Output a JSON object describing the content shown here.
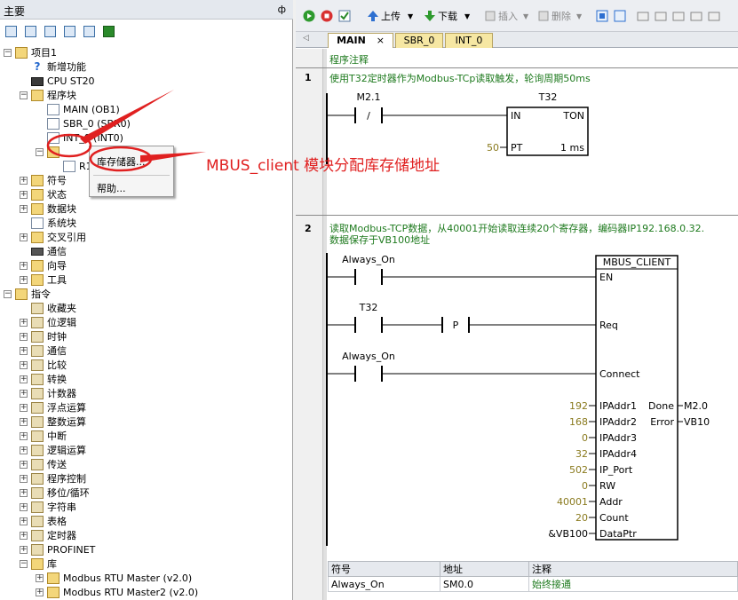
{
  "left_panel": {
    "title": "主要",
    "pin": "ф"
  },
  "tree": [
    {
      "label": "项目1",
      "level": 0,
      "exp": "−",
      "icon": "project-icon",
      "ico": "folder"
    },
    {
      "label": "新增功能",
      "level": 1,
      "icon": "help-icon",
      "ico": "help"
    },
    {
      "label": "CPU ST20",
      "level": 1,
      "icon": "cpu-icon",
      "ico": "cpu"
    },
    {
      "label": "程序块",
      "level": 1,
      "exp": "−",
      "icon": "folder-icon",
      "ico": "folder"
    },
    {
      "label": "MAIN (OB1)",
      "level": 2,
      "icon": "program-page-icon",
      "ico": "page"
    },
    {
      "label": "SBR_0 (SBR0)",
      "level": 2,
      "icon": "program-page-icon",
      "ico": "page"
    },
    {
      "label": "INT_0 (INT0)",
      "level": 2,
      "icon": "program-page-icon",
      "ico": "page"
    },
    {
      "label": "",
      "level": 2,
      "exp": "−",
      "icon": "library-folder-icon",
      "ico": "folder"
    },
    {
      "label": "R1)",
      "level": 3,
      "icon": "library-block-icon",
      "ico": "page"
    },
    {
      "label": "符号",
      "level": 1,
      "exp": "+",
      "icon": "folder-icon",
      "ico": "folder"
    },
    {
      "label": "状态",
      "level": 1,
      "exp": "+",
      "icon": "folder-icon",
      "ico": "folder"
    },
    {
      "label": "数据块",
      "level": 1,
      "exp": "+",
      "icon": "folder-icon",
      "ico": "folder"
    },
    {
      "label": "系统块",
      "level": 1,
      "icon": "system-block-icon",
      "ico": "page"
    },
    {
      "label": "交叉引用",
      "level": 1,
      "exp": "+",
      "icon": "folder-icon",
      "ico": "folder"
    },
    {
      "label": "通信",
      "level": 1,
      "icon": "communication-icon",
      "ico": "mon"
    },
    {
      "label": "向导",
      "level": 1,
      "exp": "+",
      "icon": "wizard-folder-icon",
      "ico": "folder"
    },
    {
      "label": "工具",
      "level": 1,
      "exp": "+",
      "icon": "tools-folder-icon",
      "ico": "folder"
    },
    {
      "label": "指令",
      "level": 0,
      "exp": "−",
      "icon": "instructions-folder-icon",
      "ico": "folder"
    },
    {
      "label": "收藏夹",
      "level": 1,
      "icon": "favorites-icon",
      "ico": "folder cat"
    },
    {
      "label": "位逻辑",
      "level": 1,
      "exp": "+",
      "icon": "bit-logic-icon",
      "ico": "folder cat"
    },
    {
      "label": "时钟",
      "level": 1,
      "exp": "+",
      "icon": "clock-icon",
      "ico": "folder cat"
    },
    {
      "label": "通信",
      "level": 1,
      "exp": "+",
      "icon": "communication-folder-icon",
      "ico": "folder cat"
    },
    {
      "label": "比较",
      "level": 1,
      "exp": "+",
      "icon": "compare-icon",
      "ico": "folder cat"
    },
    {
      "label": "转换",
      "level": 1,
      "exp": "+",
      "icon": "convert-icon",
      "ico": "folder cat"
    },
    {
      "label": "计数器",
      "level": 1,
      "exp": "+",
      "icon": "counter-icon",
      "ico": "folder cat"
    },
    {
      "label": "浮点运算",
      "level": 1,
      "exp": "+",
      "icon": "float-math-icon",
      "ico": "folder cat"
    },
    {
      "label": "整数运算",
      "level": 1,
      "exp": "+",
      "icon": "integer-math-icon",
      "ico": "folder cat"
    },
    {
      "label": "中断",
      "level": 1,
      "exp": "+",
      "icon": "interrupt-icon",
      "ico": "folder cat"
    },
    {
      "label": "逻辑运算",
      "level": 1,
      "exp": "+",
      "icon": "logic-ops-icon",
      "ico": "folder cat"
    },
    {
      "label": "传送",
      "level": 1,
      "exp": "+",
      "icon": "move-icon",
      "ico": "folder cat"
    },
    {
      "label": "程序控制",
      "level": 1,
      "exp": "+",
      "icon": "program-control-icon",
      "ico": "folder cat"
    },
    {
      "label": "移位/循环",
      "level": 1,
      "exp": "+",
      "icon": "shift-rotate-icon",
      "ico": "folder cat"
    },
    {
      "label": "字符串",
      "level": 1,
      "exp": "+",
      "icon": "string-icon",
      "ico": "folder cat"
    },
    {
      "label": "表格",
      "level": 1,
      "exp": "+",
      "icon": "table-icon",
      "ico": "folder cat"
    },
    {
      "label": "定时器",
      "level": 1,
      "exp": "+",
      "icon": "timer-icon",
      "ico": "folder cat"
    },
    {
      "label": "PROFINET",
      "level": 1,
      "exp": "+",
      "icon": "profinet-icon",
      "ico": "folder cat"
    },
    {
      "label": "库",
      "level": 1,
      "exp": "−",
      "icon": "library-icon",
      "ico": "folder"
    },
    {
      "label": "Modbus RTU Master (v2.0)",
      "level": 2,
      "exp": "+",
      "icon": "library-folder-icon",
      "ico": "folder"
    },
    {
      "label": "Modbus RTU Master2 (v2.0)",
      "level": 2,
      "exp": "+",
      "icon": "library-folder-icon",
      "ico": "folder"
    }
  ],
  "context_menu": {
    "item1": "库存储器...",
    "item2": "帮助..."
  },
  "toolbar": {
    "upload": "上传",
    "download": "下载",
    "insert": "插入",
    "delete": "删除"
  },
  "tabs": [
    "MAIN",
    "SBR_0",
    "INT_0"
  ],
  "tab_close": "×",
  "editor": {
    "program_comment": "程序注释",
    "network1": {
      "number": "1",
      "comment": "使用T32定时器作为Modbus-TCp读取触发，轮询周期50ms",
      "contact_addr": "M2.1",
      "contact_symbol": "/",
      "timer_name": "T32",
      "timer_type": "TON",
      "in_pin": "IN",
      "pt_pin": "PT",
      "pt_value": "50",
      "time_base": "1 ms"
    },
    "network2": {
      "number": "2",
      "comment_line1": "读取Modbus-TCP数据，从40001开始读取连续20个寄存器，编码器IP192.168.0.32.",
      "comment_line2": "数据保存于VB100地址",
      "contact1": "Always_On",
      "contact2": "T32",
      "p_symbol": "P",
      "contact3": "Always_On",
      "block_name": "MBUS_CLIENT",
      "inputs": [
        {
          "pin": "EN",
          "value": ""
        },
        {
          "pin": "Req",
          "value": ""
        },
        {
          "pin": "Connect",
          "value": ""
        },
        {
          "pin": "IPAddr1",
          "value": "192"
        },
        {
          "pin": "IPAddr2",
          "value": "168"
        },
        {
          "pin": "IPAddr3",
          "value": "0"
        },
        {
          "pin": "IPAddr4",
          "value": "32"
        },
        {
          "pin": "IP_Port",
          "value": "502"
        },
        {
          "pin": "RW",
          "value": "0"
        },
        {
          "pin": "Addr",
          "value": "40001"
        },
        {
          "pin": "Count",
          "value": "20"
        },
        {
          "pin": "DataPtr",
          "value": "&VB100"
        }
      ],
      "outputs": [
        {
          "pin": "Done",
          "value": "M2.0"
        },
        {
          "pin": "Error",
          "value": "VB10"
        }
      ]
    }
  },
  "symbol_table": {
    "headers": [
      "符号",
      "地址",
      "注释"
    ],
    "rows": [
      {
        "symbol": "Always_On",
        "address": "SM0.0",
        "comment": "始终接通"
      }
    ]
  },
  "annotation": {
    "text": "MBUS_client 模块分配库存储地址",
    "color": "#e02020"
  }
}
